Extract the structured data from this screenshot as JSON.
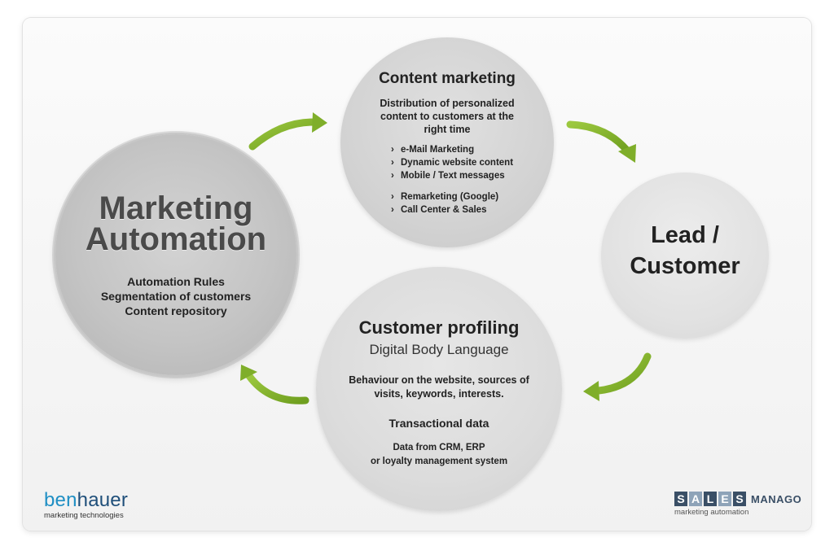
{
  "marketing_automation": {
    "title_line1": "Marketing",
    "title_line2": "Automation",
    "items": [
      "Automation Rules",
      "Segmentation of customers",
      "Content repository"
    ]
  },
  "content_marketing": {
    "title": "Content marketing",
    "desc_line1": "Distribution of personalized",
    "desc_line2": "content to customers at the",
    "desc_line3": "right time",
    "channels": [
      "e-Mail Marketing",
      "Dynamic website content",
      "Mobile / Text messages"
    ],
    "channels_extra": [
      "Remarketing (Google)",
      "Call Center & Sales"
    ]
  },
  "lead": {
    "title_line1": "Lead /",
    "title_line2": "Customer"
  },
  "customer_profiling": {
    "title": "Customer profiling",
    "subtitle": "Digital Body Language",
    "desc_line1": "Behaviour on the website, sources of",
    "desc_line2": "visits, keywords, interests.",
    "section_title": "Transactional data",
    "section_line1": "Data from CRM, ERP",
    "section_line2": "or loyalty management system"
  },
  "logos": {
    "left_name_part1": "ben",
    "left_name_part2": "hauer",
    "left_tagline": "marketing technologies",
    "right_letters": [
      "S",
      "A",
      "L",
      "E",
      "S"
    ],
    "right_name": "MANAGO",
    "right_tagline": "marketing automation"
  },
  "colors": {
    "arrow": "#7fae2a",
    "logo_blue": "#1f8fc4",
    "logo_navy": "#3a4f66"
  }
}
